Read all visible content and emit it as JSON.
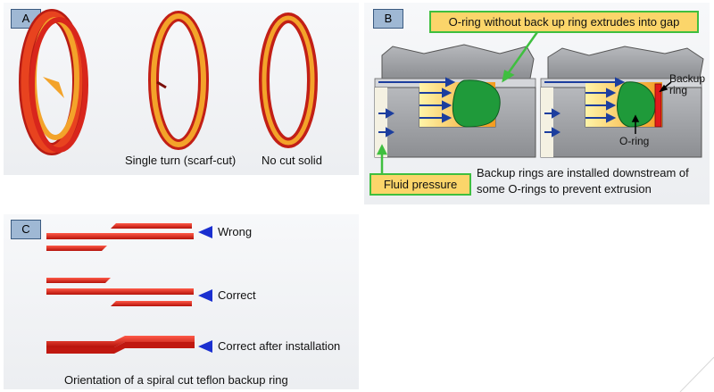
{
  "panels": {
    "a": {
      "label": "A",
      "captions": [
        "Single turn (scarf-cut)",
        "No cut solid"
      ]
    },
    "b": {
      "label": "B",
      "callout_top": "O-ring without back up ring extrudes into gap",
      "callout_bottom": "Fluid pressure",
      "label_backup": "Backup ring",
      "label_oring": "O-ring",
      "caption_line1": "Backup rings are installed downstream of",
      "caption_line2": "some O-rings to prevent extrusion"
    },
    "c": {
      "label": "C",
      "rows": [
        "Wrong",
        "Correct",
        "Correct after installation"
      ],
      "caption": "Orientation of a spiral cut teflon backup ring"
    }
  },
  "colors": {
    "ring_red": "#d8261c",
    "ring_orange": "#f3a32a",
    "metal": "#9a9ca0",
    "green_seal": "#1f9a3a",
    "callout_fill": "#fbd56a",
    "callout_border": "#3fbf3f",
    "arrow_blue": "#1c3e9e",
    "tag_fill": "#9fb8d4"
  }
}
